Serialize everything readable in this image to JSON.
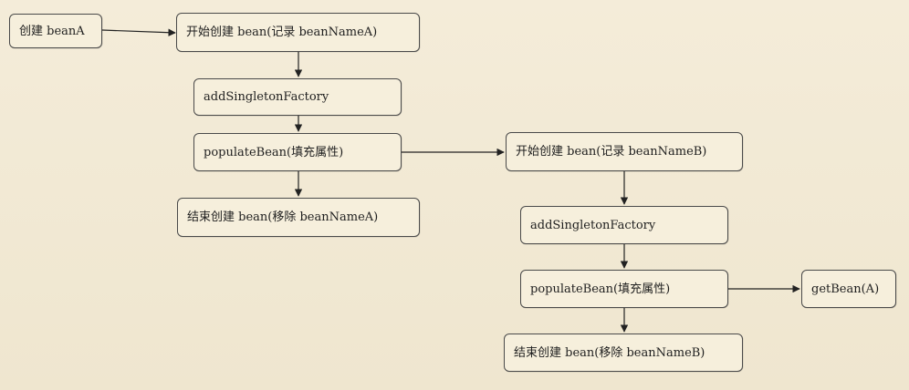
{
  "nodes": [
    {
      "id": "create-bean-a",
      "label": "创建 beanA"
    },
    {
      "id": "start-create-a",
      "label": "开始创建 bean(记录 beanNameA)"
    },
    {
      "id": "add-singleton-factory-a",
      "label": "addSingletonFactory"
    },
    {
      "id": "populate-bean-a",
      "label": "populateBean(填充属性)"
    },
    {
      "id": "end-create-a",
      "label": "结束创建 bean(移除 beanNameA)"
    },
    {
      "id": "start-create-b",
      "label": "开始创建 bean(记录 beanNameB)"
    },
    {
      "id": "add-singleton-factory-b",
      "label": "addSingletonFactory"
    },
    {
      "id": "populate-bean-b",
      "label": "populateBean(填充属性)"
    },
    {
      "id": "end-create-b",
      "label": "结束创建 bean(移除 beanNameB)"
    },
    {
      "id": "get-bean-a",
      "label": "getBean(A)"
    }
  ],
  "edges": [
    {
      "from": "create-bean-a",
      "to": "start-create-a"
    },
    {
      "from": "start-create-a",
      "to": "add-singleton-factory-a"
    },
    {
      "from": "add-singleton-factory-a",
      "to": "populate-bean-a"
    },
    {
      "from": "populate-bean-a",
      "to": "end-create-a"
    },
    {
      "from": "populate-bean-a",
      "to": "start-create-b"
    },
    {
      "from": "start-create-b",
      "to": "add-singleton-factory-b"
    },
    {
      "from": "add-singleton-factory-b",
      "to": "populate-bean-b"
    },
    {
      "from": "populate-bean-b",
      "to": "end-create-b"
    },
    {
      "from": "populate-bean-b",
      "to": "get-bean-a"
    }
  ]
}
